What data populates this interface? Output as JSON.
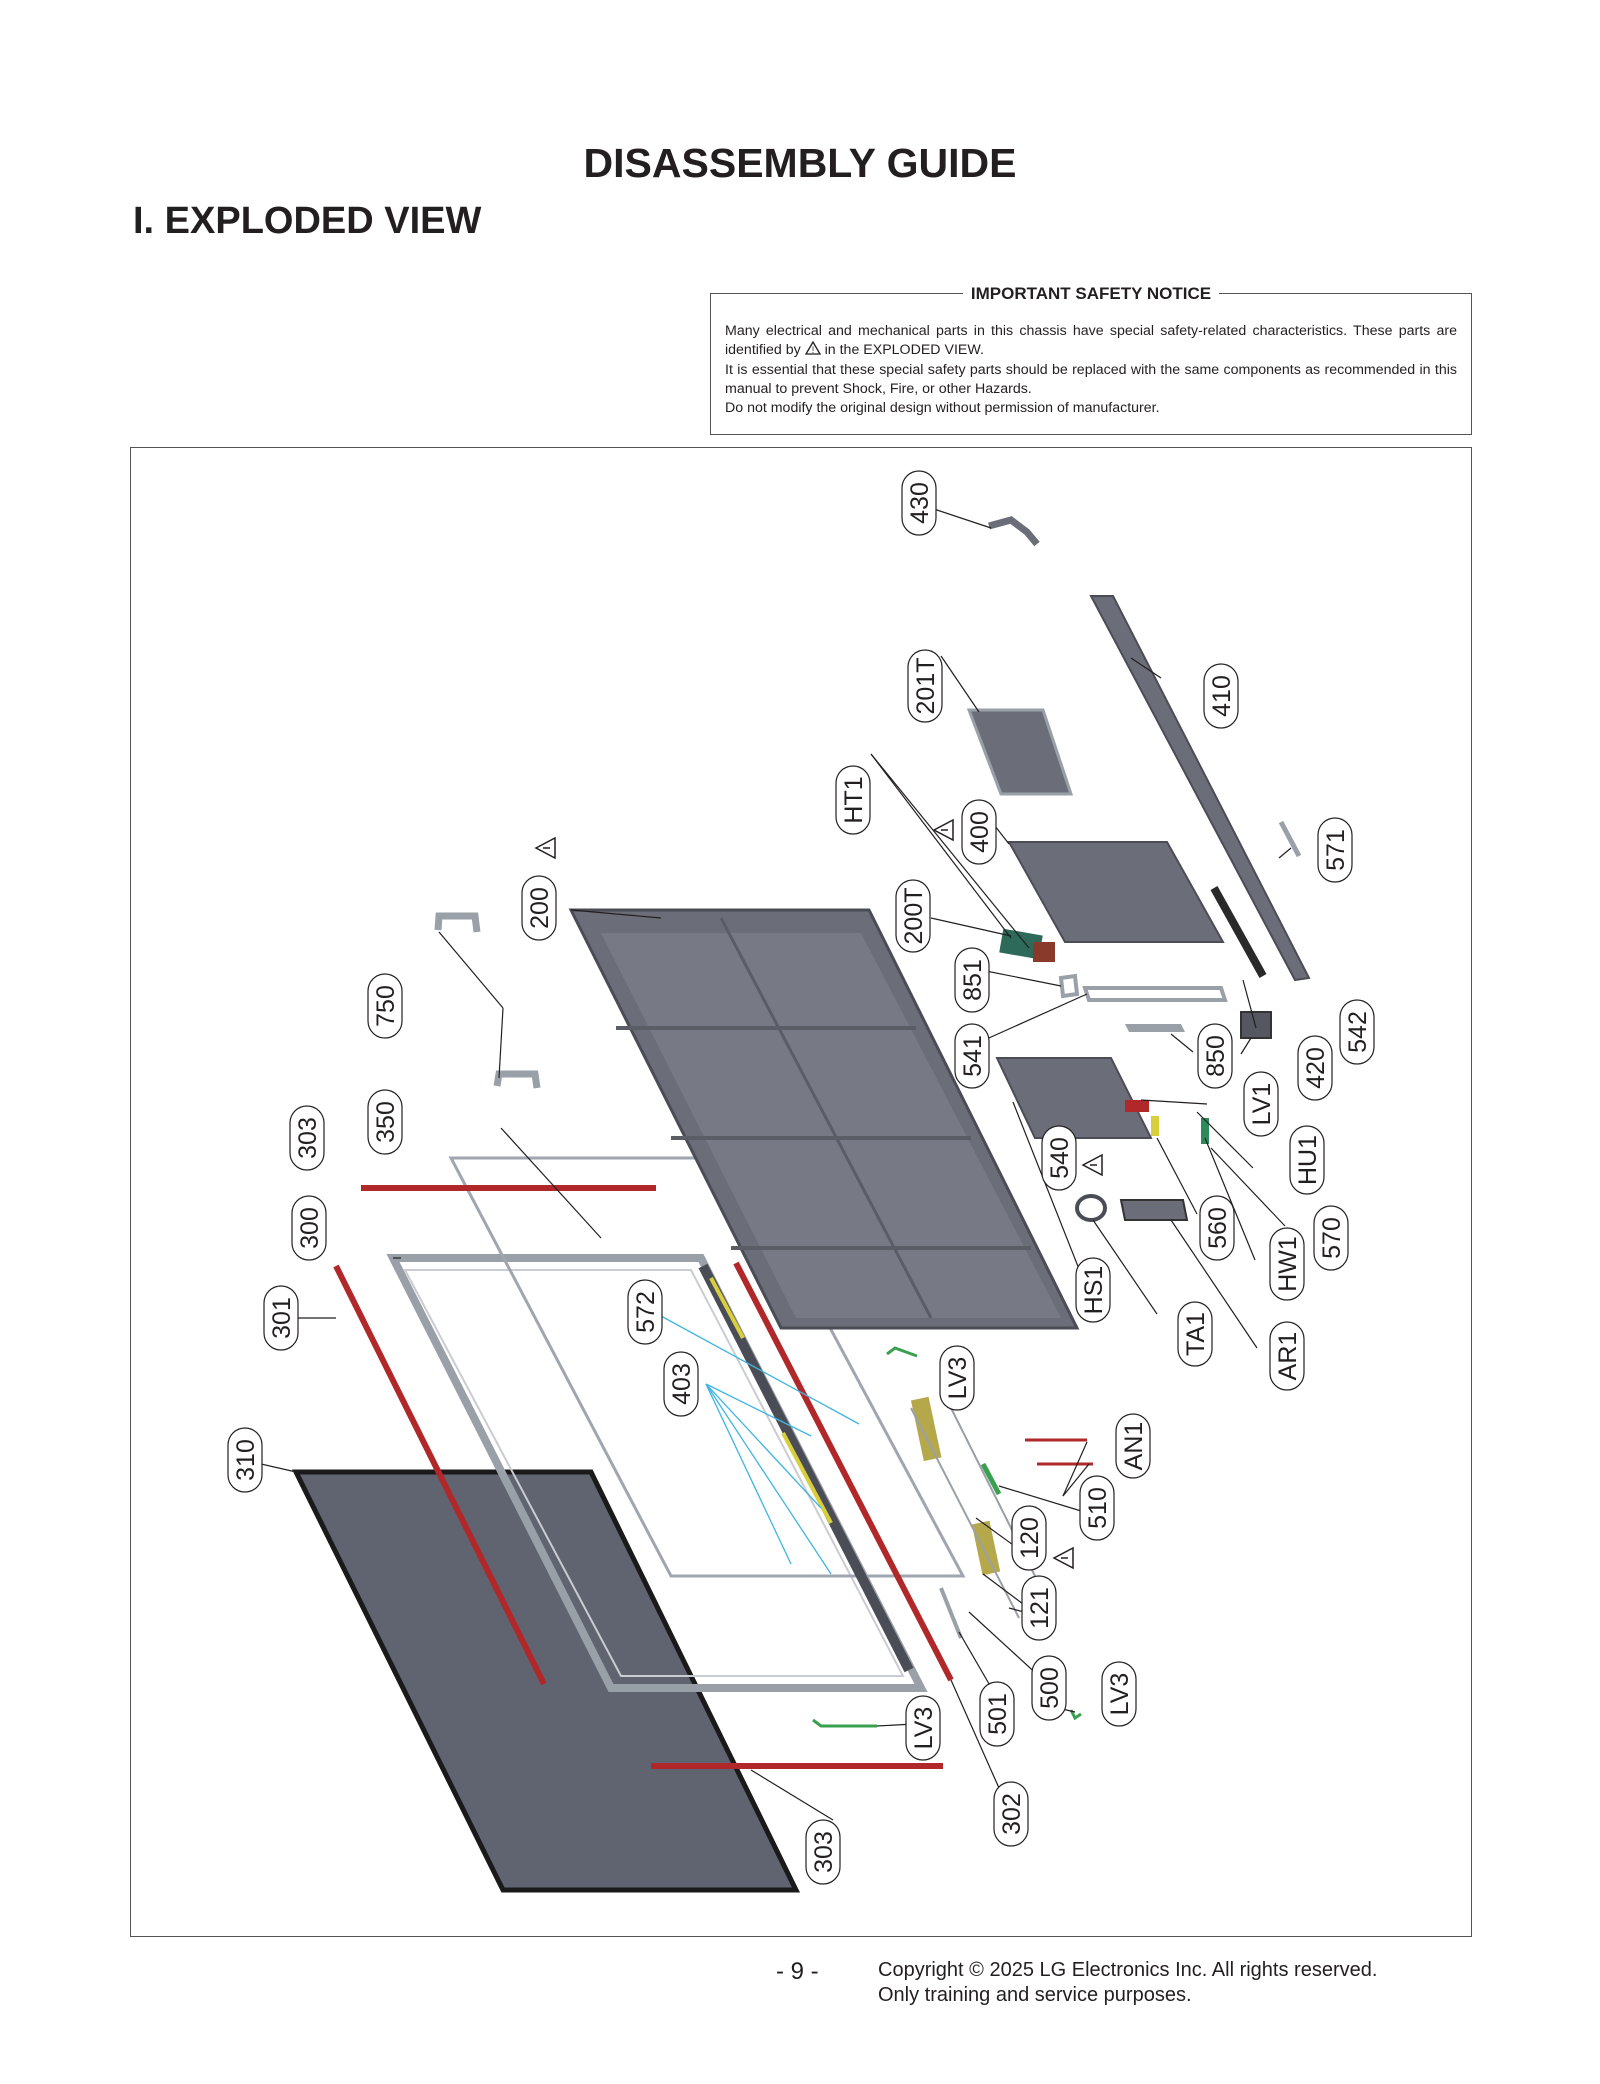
{
  "page": {
    "title": "DISASSEMBLY GUIDE",
    "section": "I. EXPLODED VIEW",
    "page_number": "- 9 -",
    "copyright_line1": "Copyright © 2025 LG Electronics Inc. All rights reserved.",
    "copyright_line2": "Only training and service purposes."
  },
  "notice": {
    "title": "IMPORTANT SAFETY NOTICE",
    "line1_pre": "Many electrical and mechanical parts in this chassis have special safety-related characteristics. These parts are identified by",
    "line1_post": "in the EXPLODED VIEW.",
    "line2": "It is essential that these special safety parts should be replaced with the same components as recommended in this manual to prevent Shock, Fire, or other Hazards.",
    "line3": "Do not modify the original design without permission of manufacturer."
  },
  "callouts": {
    "c430": "430",
    "c201T": "201T",
    "c410": "410",
    "cHT1": "HT1",
    "c400": "400",
    "c571": "571",
    "c200": "200",
    "c200T": "200T",
    "c750": "750",
    "c851": "851",
    "c541": "541",
    "c850": "850",
    "c420": "420",
    "c542": "542",
    "cLV1": "LV1",
    "cHU1": "HU1",
    "c303a": "303",
    "c350": "350",
    "c540": "540",
    "c560": "560",
    "cHW1": "HW1",
    "c570": "570",
    "c300": "300",
    "cHS1": "HS1",
    "cTA1": "TA1",
    "cAR1": "AR1",
    "c572": "572",
    "c301": "301",
    "c403": "403",
    "cLV3a": "LV3",
    "cAN1": "AN1",
    "c310": "310",
    "c510": "510",
    "c120": "120",
    "c121": "121",
    "c500": "500",
    "cLV3b": "LV3",
    "c501": "501",
    "cLV3c": "LV3",
    "c302": "302",
    "c303b": "303"
  },
  "colors": {
    "part_gray": "#6b6e78",
    "panel_dark": "#5f6470",
    "accent_red": "#b0282a",
    "guide_blue": "#3fb6e0",
    "pcb_yellow": "#c9c25a"
  }
}
